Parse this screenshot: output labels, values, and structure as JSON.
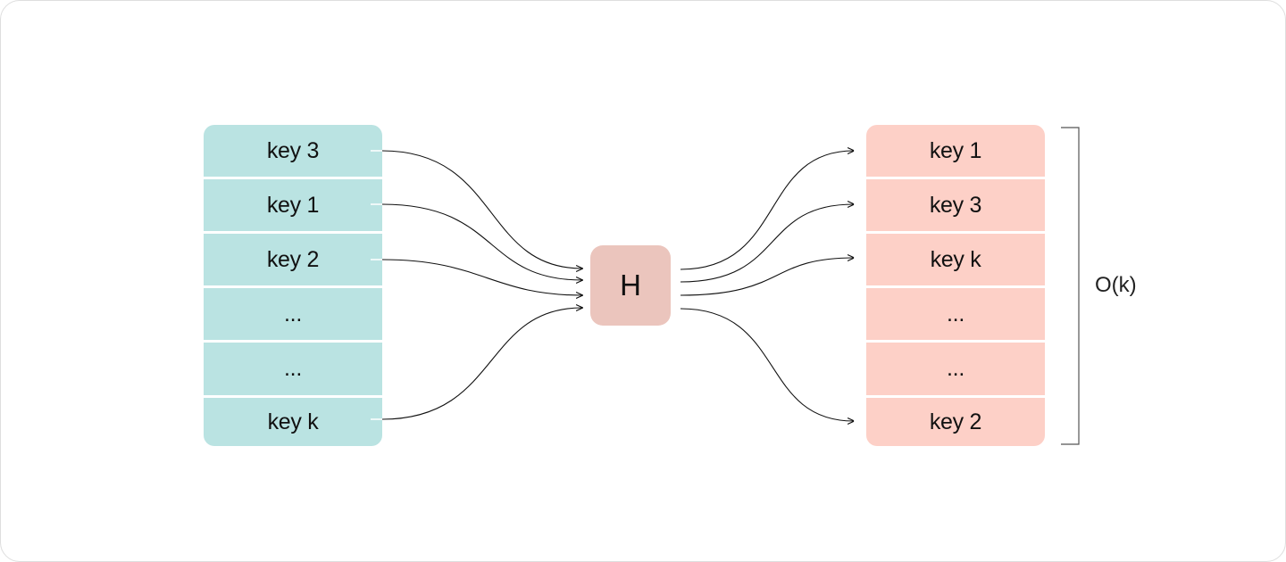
{
  "left_column": {
    "items": [
      "key 3",
      "key 1",
      "key 2",
      "...",
      "...",
      "key k"
    ]
  },
  "hash_node": {
    "label": "H"
  },
  "right_column": {
    "items": [
      "key 1",
      "key 3",
      "key k",
      "...",
      "...",
      "key 2"
    ]
  },
  "complexity_label": "O(k)",
  "colors": {
    "left_cell": "#bae3e2",
    "right_cell": "#fdd0c7",
    "hash_node": "#ebc5bd",
    "line": "#111111",
    "bracket": "#555555"
  }
}
